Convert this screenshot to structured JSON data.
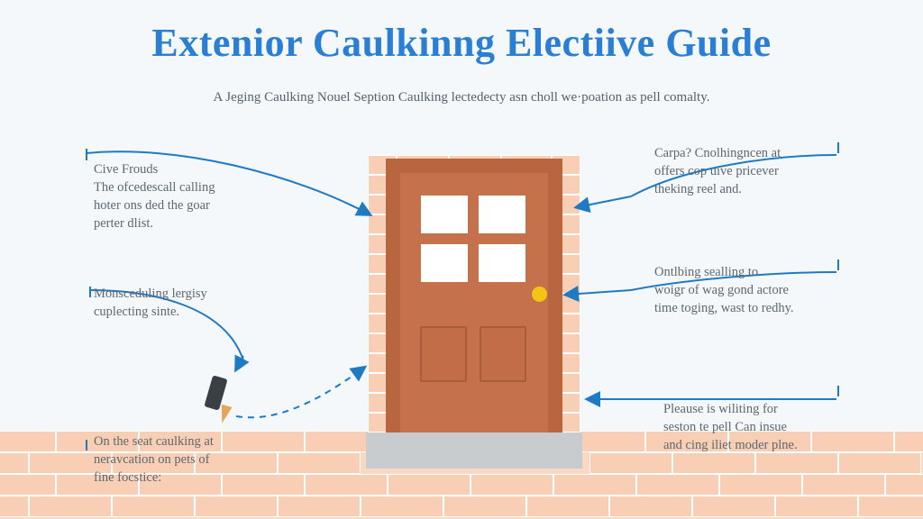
{
  "page": {
    "title": "Extenior Caulkinng Electiive Guide",
    "subtitle": "A Jeging Caulking Nouel Seption Caulking lectedecty asn choll we·poation as рell comalty.",
    "background_color": "#f4f8fb",
    "accent_color": "#2a7fd4",
    "brick_color": "#f8cfb4",
    "door_color": "#c5714b",
    "knob_color": "#f2c414"
  },
  "diagram": {
    "name": "exterior-door-caulking-diagram",
    "door_label": "door",
    "threshold_label": "threshold"
  },
  "callouts": [
    {
      "id": "left-top",
      "text": "Cive Frouds\nThe ofcedescall calling\nhoter ons ded the goar\nperter dlist."
    },
    {
      "id": "left-middle",
      "text": "Monsceduling lergisy\ncuplecting sinte."
    },
    {
      "id": "left-bottom",
      "text": "On the seat caulking at\nneravcation on pets of\nfine focstice:"
    },
    {
      "id": "right-top",
      "text": "Carpa? Cnolhingncen at\noffers cop uive pricever\ntheking reel and."
    },
    {
      "id": "right-middle",
      "text": "Ontlbing sealling to\nwoigr of wag gond actore\ntime toging, wast to redhy."
    },
    {
      "id": "right-bottom",
      "text": "Pleause is wiliting for\nseston te pell Can insue\nand cing iliet moder plne."
    }
  ],
  "tools": {
    "caulk_gun_label": "caulk-gun"
  }
}
